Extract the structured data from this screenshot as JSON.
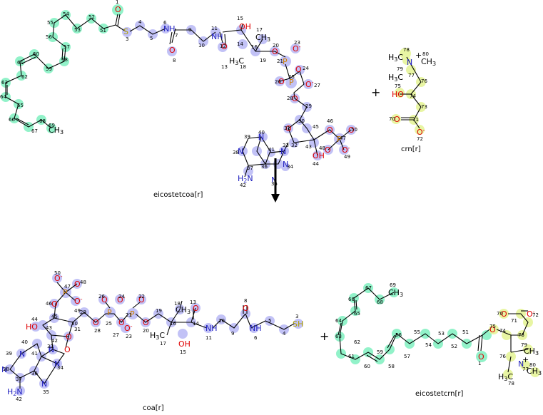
{
  "reaction": {
    "reactants": [
      {
        "name": "eicostetcoa[r]"
      },
      {
        "name": "crn[r]"
      }
    ],
    "products": [
      {
        "name": "coa[r]"
      },
      {
        "name": "eicostetcrn[r]"
      }
    ],
    "plus_sign": "+",
    "colors": {
      "acyl_highlight": "#7ff0c0",
      "coa_highlight": "#b8b8f5",
      "carnitine_highlight": "#e6f59a",
      "bond": "#000000",
      "oxygen": "#e00000",
      "nitrogen": "#2020c0",
      "phosphorus": "#d08000",
      "sulfur": "#b0a000"
    }
  }
}
